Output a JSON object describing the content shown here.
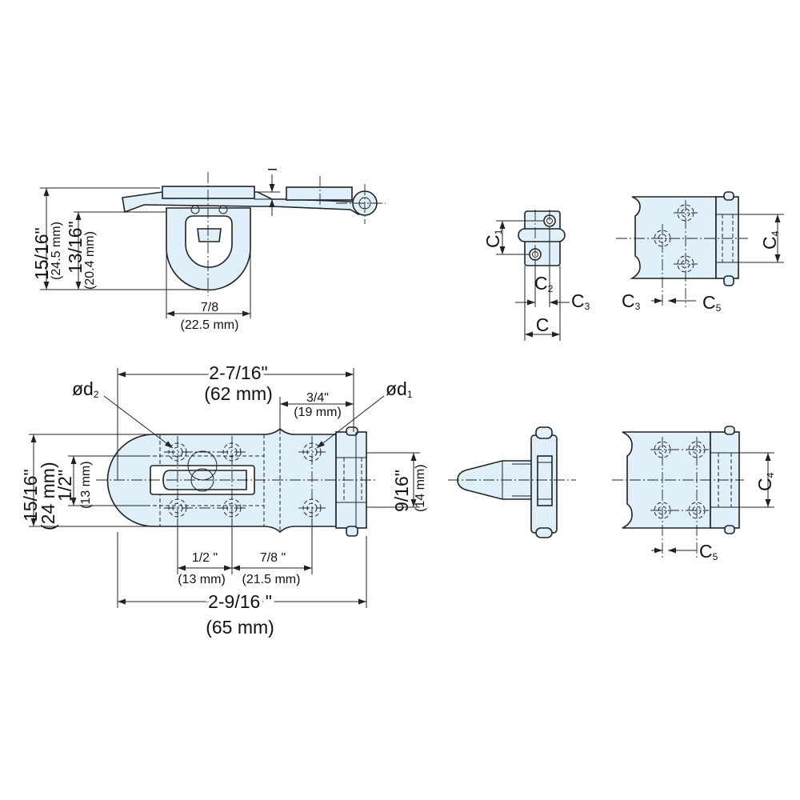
{
  "top_view": {
    "dim_height_outer": "15/16\"",
    "dim_height_outer_mm": "(24.5 mm)",
    "dim_height_inner": "13/16\"",
    "dim_height_inner_mm": "(20.4 mm)",
    "dim_width": "7/8",
    "dim_width_mm": "(22.5 mm)",
    "dim_thickness": "I"
  },
  "front_view": {
    "dim_overall_top": "2-7/16\"",
    "dim_overall_top_mm": "(62 mm)",
    "dim_hole_pitch_top": "3/4\"",
    "dim_hole_pitch_top_mm": "(19 mm)",
    "label_d1": "ød",
    "label_d1_sub": "1",
    "label_d2": "ød",
    "label_d2_sub": "2",
    "dim_height_left": "15/16\"",
    "dim_height_left_mm": "(24 mm)",
    "dim_height_inner_left": "1/2\"",
    "dim_height_inner_left_mm": "(13 mm)",
    "dim_height_right": "9/16\"",
    "dim_height_right_mm": "(14 mm)",
    "dim_hole_pitch_bottom_1": "1/2 \"",
    "dim_hole_pitch_bottom_1_mm": "(13 mm)",
    "dim_hole_pitch_bottom_2": "7/8 \"",
    "dim_hole_pitch_bottom_2_mm": "(21.5 mm)",
    "dim_overall_bottom": "2-9/16 \"",
    "dim_overall_bottom_mm": "(65 mm)"
  },
  "detail_views": {
    "c1": "C",
    "c1_sub": "1",
    "c2": "C",
    "c2_sub": "2",
    "c3": "C",
    "c3_sub": "3",
    "c": "C",
    "c3b": "C",
    "c3b_sub": "3",
    "c5": "C",
    "c5_sub": "5",
    "c4": "C",
    "c4_sub": "4",
    "c4b": "C",
    "c4b_sub": "4",
    "c5b": "C",
    "c5b_sub": "5"
  }
}
